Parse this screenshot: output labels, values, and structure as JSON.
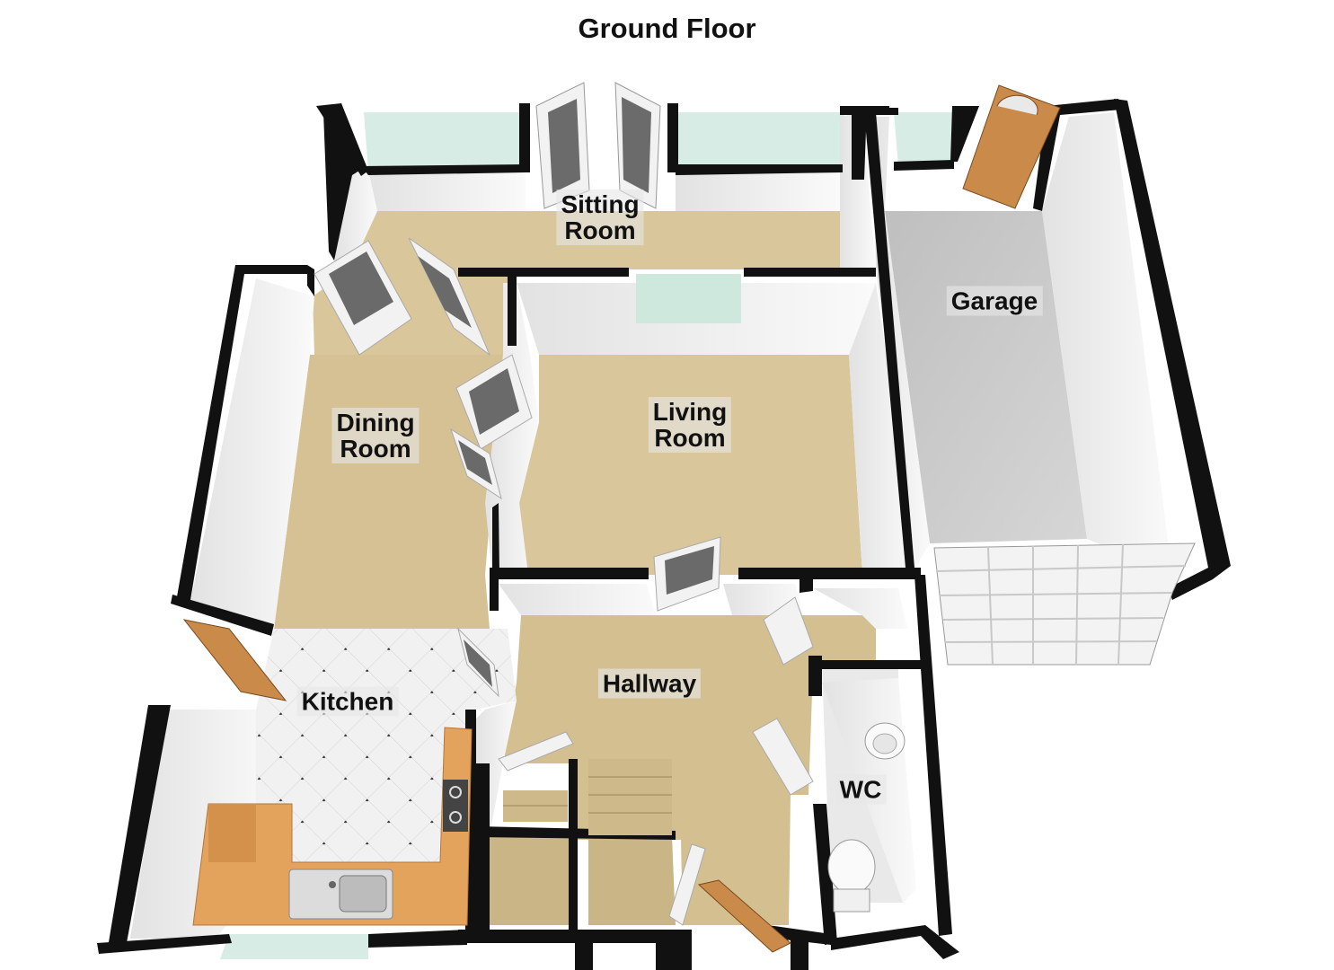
{
  "title": "Ground Floor",
  "rooms": {
    "sitting_room": [
      "Sitting",
      "Room"
    ],
    "garage": [
      "Garage"
    ],
    "dining_room": [
      "Dining",
      "Room"
    ],
    "living_room": [
      "Living",
      "Room"
    ],
    "hallway": [
      "Hallway"
    ],
    "kitchen": [
      "Kitchen"
    ],
    "wc": [
      "WC"
    ]
  },
  "colors": {
    "carpet": "#d9c69a",
    "wall_fill": "#f4f4f4",
    "wall_edge": "#111111",
    "garage_floor": "#c9c9c9",
    "window": "#cfe8de",
    "timber_door": "#c98a4a",
    "worktop": "#e3a35c",
    "tile": "#f1f1f1"
  }
}
